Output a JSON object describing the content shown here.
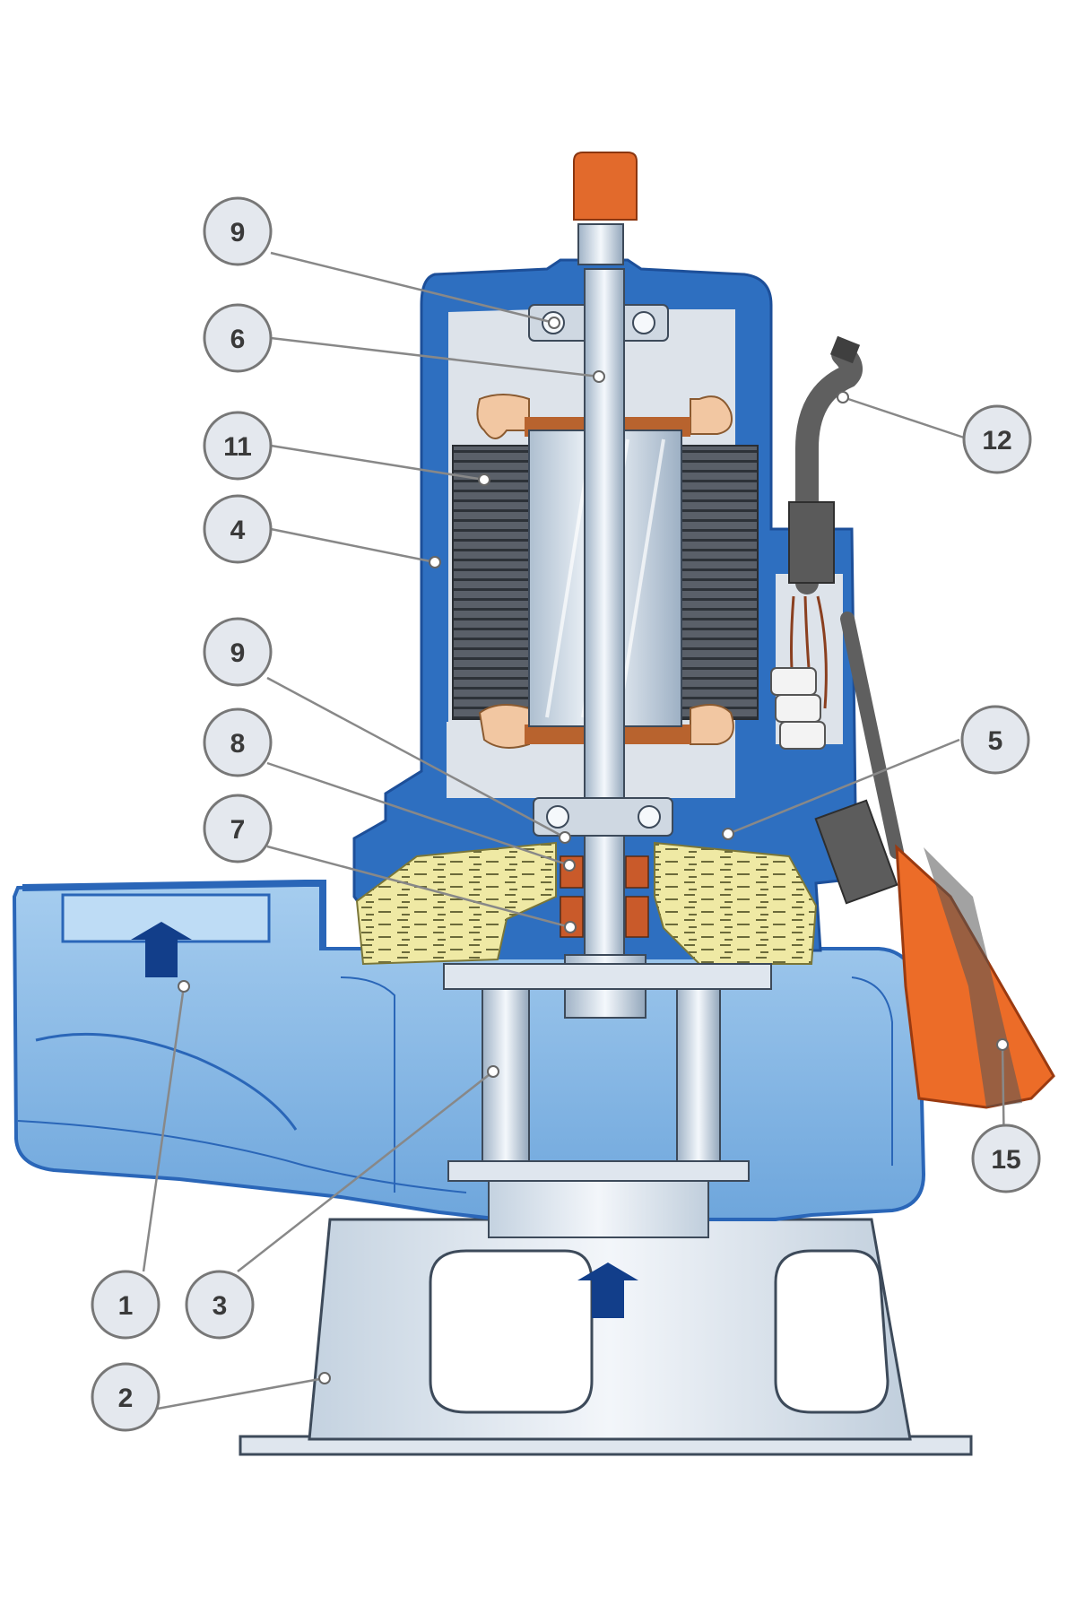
{
  "diagram": {
    "type": "cutaway-illustration",
    "subject": "submersible sewage pump",
    "callouts": [
      {
        "id": "c9a",
        "label": "9"
      },
      {
        "id": "c6",
        "label": "6"
      },
      {
        "id": "c11",
        "label": "11"
      },
      {
        "id": "c4",
        "label": "4"
      },
      {
        "id": "c9b",
        "label": "9"
      },
      {
        "id": "c8",
        "label": "8"
      },
      {
        "id": "c7",
        "label": "7"
      },
      {
        "id": "c12",
        "label": "12"
      },
      {
        "id": "c5",
        "label": "5"
      },
      {
        "id": "c15",
        "label": "15"
      },
      {
        "id": "c1",
        "label": "1"
      },
      {
        "id": "c3",
        "label": "3"
      },
      {
        "id": "c2",
        "label": "2"
      }
    ],
    "colors": {
      "casing": "#2e6fc0",
      "casing_light": "#8fc0ec",
      "interior": "#dde3ea",
      "stator_core": "#555b63",
      "winding": "#f2c7a2",
      "copper": "#b8632e",
      "rotor": "#cfe0ee",
      "oil_chamber": "#eee79c",
      "float": "#ec6c28",
      "cap": "#e26a2c",
      "cable": "#5f5f5f",
      "flow_arrow": "#123e8a",
      "callout_fill": "#e4e8ee",
      "callout_border": "#777777"
    }
  }
}
